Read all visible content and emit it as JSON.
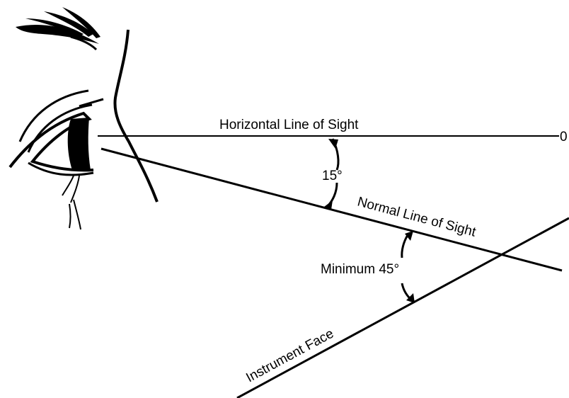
{
  "diagram": {
    "labels": {
      "horizontal_line": "Horizontal Line of Sight",
      "normal_line": "Normal Line of Sight",
      "instrument_face": "Instrument Face",
      "angle_15": "15°",
      "angle_min_45": "Minimum 45°",
      "end_marker": "0"
    },
    "colors": {
      "ink": "#000000",
      "background": "#ffffff"
    }
  }
}
